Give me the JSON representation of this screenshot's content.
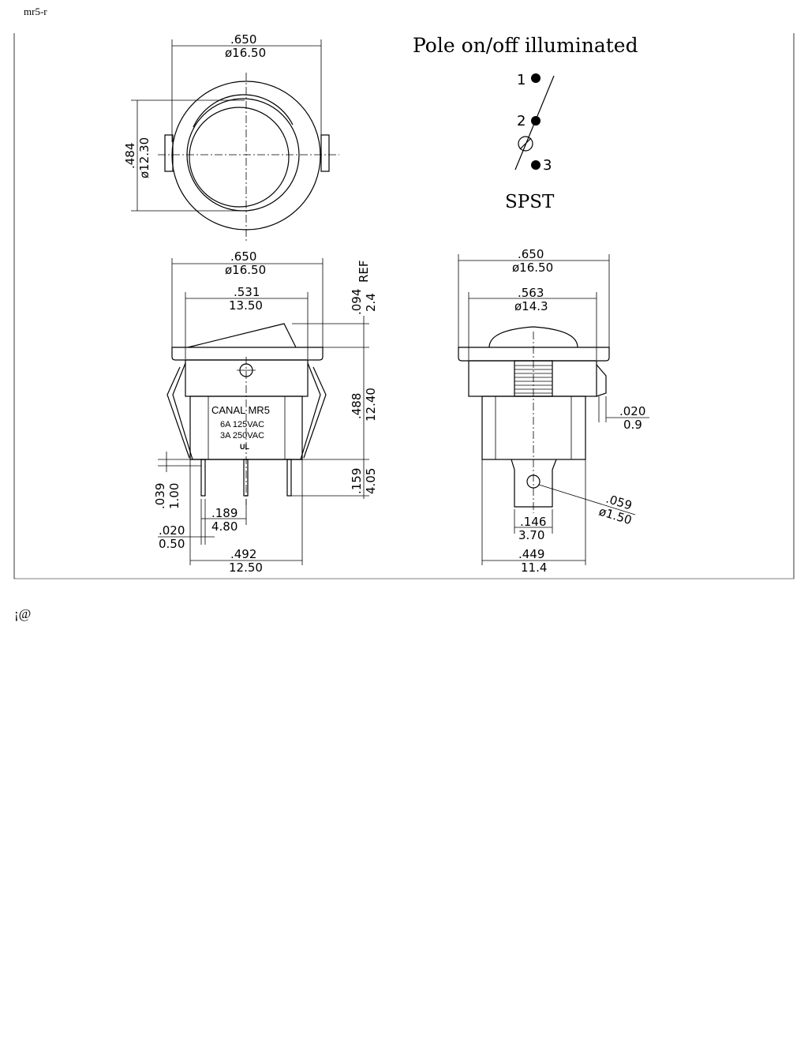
{
  "page": {
    "label": "mr5-r",
    "footer": "¡@"
  },
  "drawing": {
    "header": "Pole on/off illuminated",
    "schematic": {
      "terminal_1": "1",
      "terminal_2": "2",
      "terminal_3": "3",
      "type": "SPST"
    },
    "body_marking": {
      "line1": "CANAL MR5",
      "line2": "6A 125VAC",
      "line3": "3A 250VAC",
      "mark": "UL"
    },
    "dimensions": {
      "top_width_in": ".650",
      "top_width_mm": "ø16.50",
      "top_height_in": ".484",
      "top_height_mm": "ø12.30",
      "front_width_in": ".650",
      "front_width_mm": "ø16.50",
      "rocker_in": ".531",
      "rocker_mm": "13.50",
      "rocker_height_in": ".094",
      "rocker_height_mm": "2.4",
      "ref": "REF",
      "body_height_in": ".488",
      "body_height_mm": "12.40",
      "term_len_in": ".159",
      "term_len_mm": "4.05",
      "term_w_in": ".039",
      "term_w_mm": "1.00",
      "pitch_in": ".189",
      "pitch_mm": "4.80",
      "term_t_in": ".020",
      "term_t_mm": "0.50",
      "base_in": ".492",
      "base_mm": "12.50",
      "side_width_in": ".650",
      "side_width_mm": "ø16.50",
      "lens_in": ".563",
      "lens_mm": "ø14.3",
      "panel_in": ".020",
      "panel_mm": "0.9",
      "hole_in": ".059",
      "hole_mm": "ø1.50",
      "tab_in": ".146",
      "tab_mm": "3.70",
      "side_base_in": ".449",
      "side_base_mm": "11.4"
    }
  }
}
